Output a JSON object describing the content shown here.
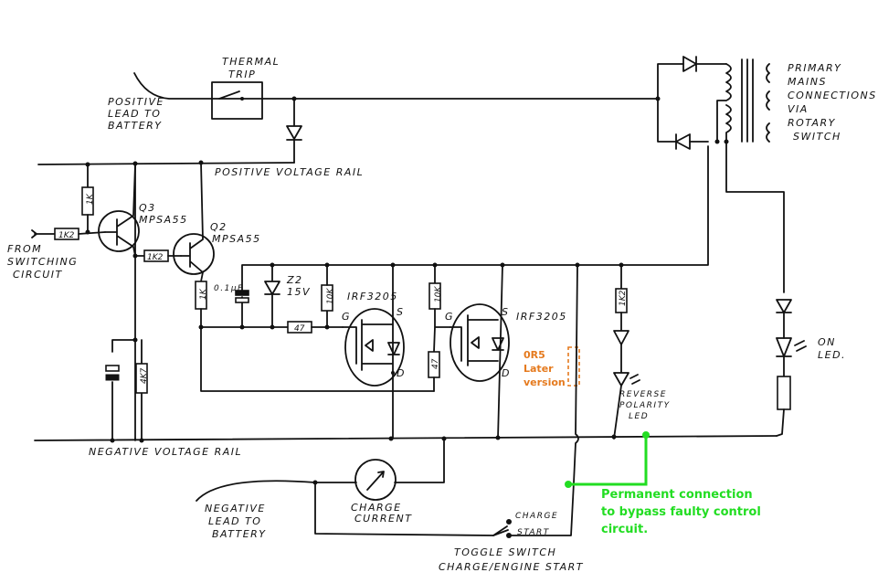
{
  "title": "Battery charger circuit with bypass modification",
  "labels": {
    "thermal_trip": [
      "THERMAL",
      "TRIP"
    ],
    "positive_lead": [
      "POSITIVE",
      "LEAD TO",
      "BATTERY"
    ],
    "positive_rail": "POSITIVE VOLTAGE RAIL",
    "negative_rail": "NEGATIVE VOLTAGE RAIL",
    "from_switching": [
      "FROM",
      "SWITCHING",
      "CIRCUIT"
    ],
    "q3": [
      "Q3",
      "MPSA55"
    ],
    "q2": [
      "Q2",
      "MPSA55"
    ],
    "primary": [
      "PRIMARY",
      "MAINS",
      "CONNECTIONS",
      "VIA",
      "ROTARY",
      "SWITCH"
    ],
    "mosfet1": "IRF3205",
    "mosfet2": "IRF3205",
    "zener": [
      "Z2",
      "15V"
    ],
    "cap": "0.1μF",
    "reverse_led": [
      "REVERSE",
      "POLARITY",
      "LED"
    ],
    "on_led": [
      "ON",
      "LED."
    ],
    "charge_current": [
      "CHARGE",
      "CURRENT"
    ],
    "negative_lead": [
      "NEGATIVE",
      "LEAD TO",
      "BATTERY"
    ],
    "toggle": [
      "TOGGLE SWITCH",
      "CHARGE/ENGINE START"
    ],
    "toggle_charge": "CHARGE",
    "toggle_start": "START",
    "pin_g": "G",
    "pin_s": "S",
    "pin_d": "D"
  },
  "resistors": {
    "r_1k_q3": "1K",
    "r_1k2_in": "1K2",
    "r_1k2_q2": "1K2",
    "r_1k_q2": "1K",
    "r_10k_1": "10K",
    "r_47_1": "47",
    "r_10k_2": "10K",
    "r_47_2": "47",
    "r_4k7": "4K7",
    "r_1k2_led": "1K2"
  },
  "annotations": {
    "later_version": [
      "0R5",
      "Later",
      "version"
    ],
    "bypass": [
      "Permanent connection",
      "to bypass faulty control",
      "circuit."
    ]
  },
  "colors": {
    "ink": "#111111",
    "annotation_orange": "#e57a1e",
    "annotation_green": "#22dd22"
  }
}
